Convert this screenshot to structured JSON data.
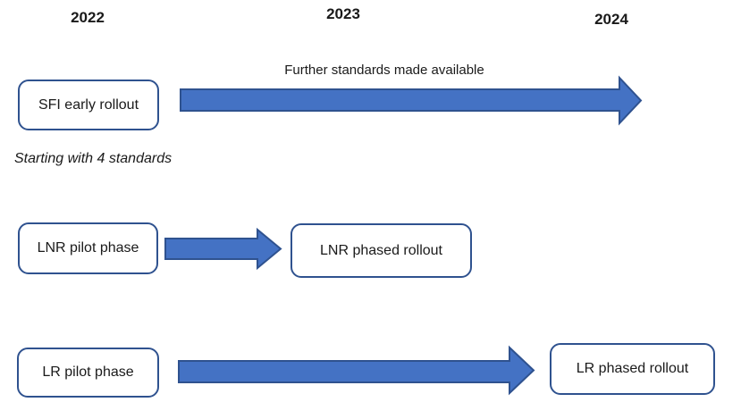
{
  "diagram": {
    "years": [
      "2022",
      "2023",
      "2024"
    ],
    "row_sfi": {
      "box_label": "SFI early rollout",
      "arrow_label": "Further standards made available",
      "note": "Starting with 4 standards"
    },
    "row_lnr": {
      "start_box_label": "LNR pilot phase",
      "end_box_label": "LNR phased rollout"
    },
    "row_lr": {
      "start_box_label": "LR pilot phase",
      "end_box_label": "LR phased rollout"
    },
    "colors": {
      "arrow_fill": "#4472C4",
      "arrow_outline": "#2F528F",
      "box_border": "#2F528F",
      "text": "#1A1A1A",
      "background": "#FFFFFF"
    }
  }
}
